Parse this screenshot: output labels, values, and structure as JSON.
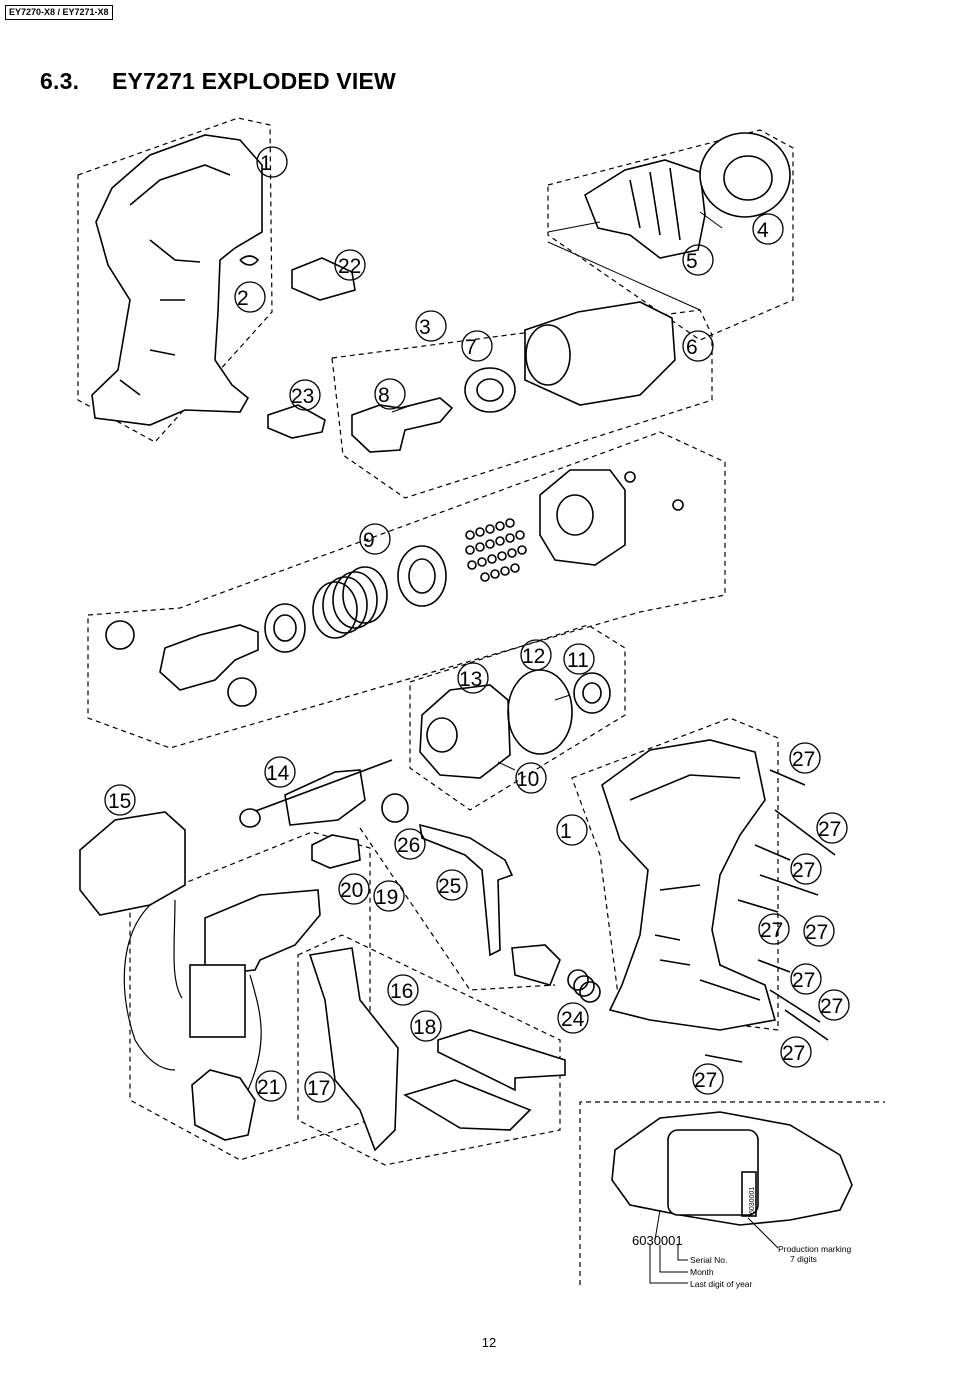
{
  "header": {
    "model_code": "EY7270-X8 / EY7271-X8"
  },
  "section": {
    "number": "6.3.",
    "title": "EY7271 EXPLODED VIEW"
  },
  "callouts": [
    "1",
    "2",
    "22",
    "23",
    "3",
    "4",
    "5",
    "6",
    "7",
    "8",
    "9",
    "10",
    "11",
    "12",
    "13",
    "14",
    "15",
    "16",
    "17",
    "18",
    "19",
    "20",
    "21",
    "24",
    "25",
    "26",
    "27"
  ],
  "serial_detail": {
    "code": "6030001",
    "serial_label": "Serial No.",
    "month_label": "Month",
    "year_label": "Last digit of year",
    "production_label": "Production marking",
    "digits_label": "7 digits",
    "stamp": "6030001"
  },
  "footer": {
    "page_number": "12"
  }
}
